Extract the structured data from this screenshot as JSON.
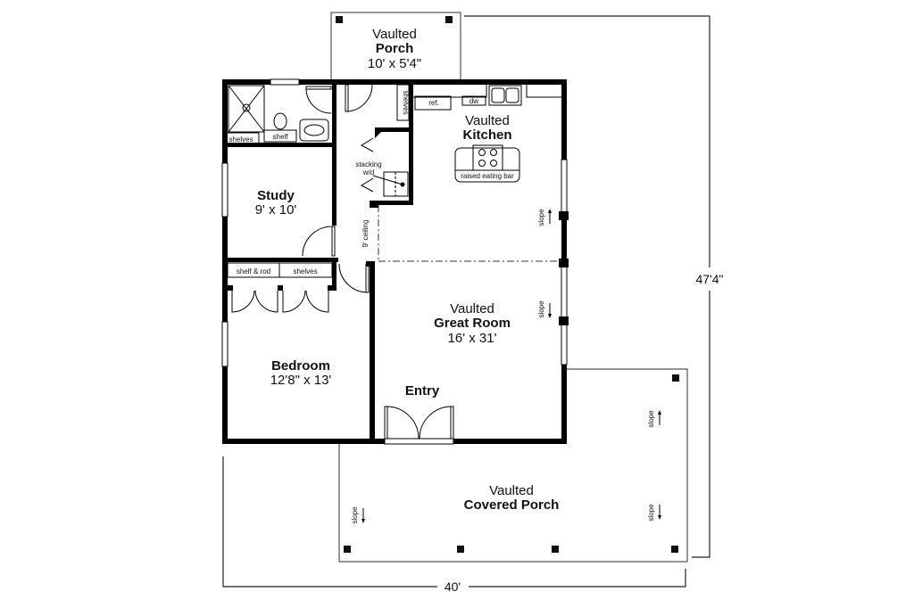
{
  "plan": {
    "rooms": {
      "rear_porch": {
        "line1": "Vaulted",
        "line2": "Porch",
        "size": "10' x 5'4\""
      },
      "kitchen": {
        "line1": "Vaulted",
        "line2": "Kitchen"
      },
      "study": {
        "name": "Study",
        "size": "9' x 10'"
      },
      "great_room": {
        "line1": "Vaulted",
        "line2": "Great Room",
        "size": "16' x 31'"
      },
      "bedroom": {
        "name": "Bedroom",
        "size": "12'8\" x 13'"
      },
      "entry": {
        "name": "Entry"
      },
      "covered_porch": {
        "line1": "Vaulted",
        "line2": "Covered Porch"
      }
    },
    "fixtures": {
      "shelves_bath": "shelves",
      "shelf_bath": "shelf",
      "shelves_hall": "shelves",
      "ref": "ref.",
      "dw": "dw",
      "stacking": "stacking",
      "wd": "w/d",
      "eating_bar": "raised eating bar",
      "shelf_rod": "shelf & rod",
      "shelves_closet": "shelves",
      "ceiling_note": "9' ceiling"
    },
    "slope_labels": {
      "kitchen": "slope",
      "great_room": "slope",
      "side_porch": "slope",
      "porch_left": "slope",
      "porch_right": "slope"
    },
    "dimensions": {
      "width": "40'",
      "depth": "47'4\""
    }
  }
}
